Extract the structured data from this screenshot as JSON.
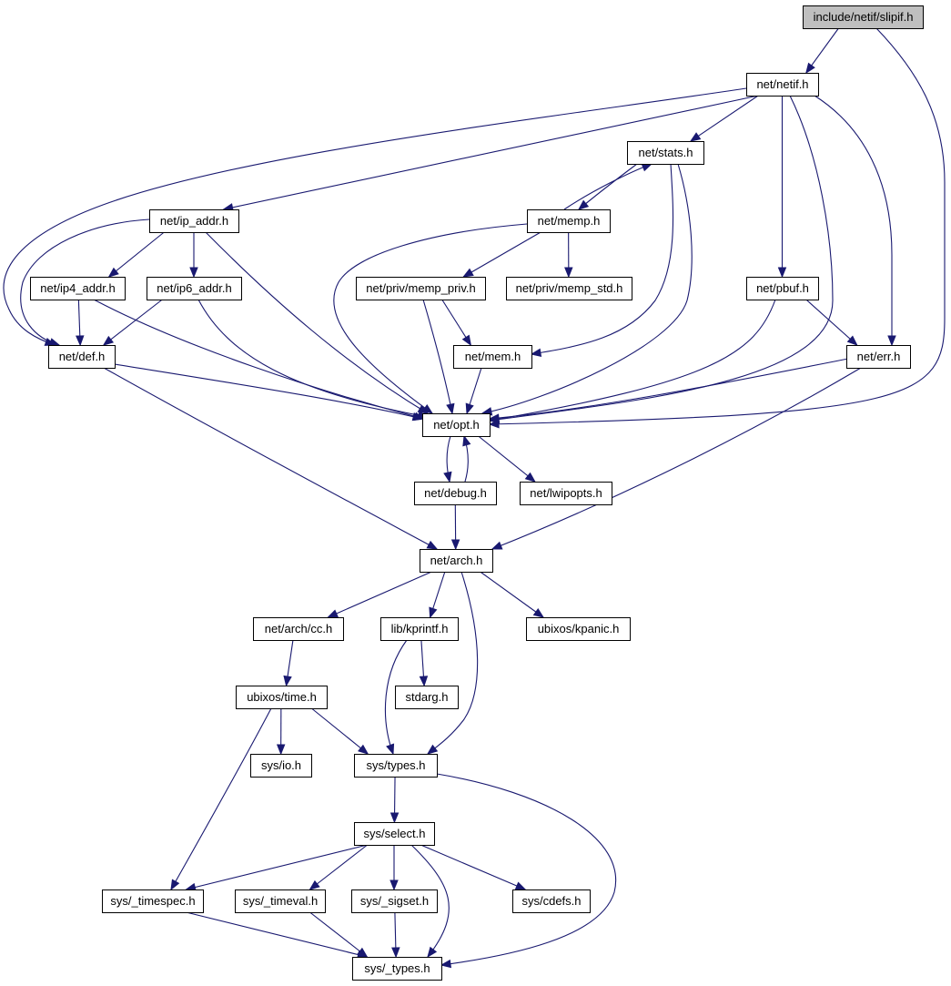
{
  "diagram": {
    "type": "include-dependency-graph",
    "colors": {
      "edge": "#191970",
      "root_fill": "#bfbfbf",
      "node_fill": "#ffffff",
      "border": "#000000"
    },
    "root": "include/netif/slipif.h",
    "nodes": [
      {
        "id": "slipif",
        "label": "include/netif/slipif.h",
        "root": true
      },
      {
        "id": "netif",
        "label": "net/netif.h"
      },
      {
        "id": "stats",
        "label": "net/stats.h"
      },
      {
        "id": "ip_addr",
        "label": "net/ip_addr.h"
      },
      {
        "id": "memp",
        "label": "net/memp.h"
      },
      {
        "id": "ip4_addr",
        "label": "net/ip4_addr.h"
      },
      {
        "id": "ip6_addr",
        "label": "net/ip6_addr.h"
      },
      {
        "id": "memp_priv",
        "label": "net/priv/memp_priv.h"
      },
      {
        "id": "memp_std",
        "label": "net/priv/memp_std.h"
      },
      {
        "id": "pbuf",
        "label": "net/pbuf.h"
      },
      {
        "id": "def",
        "label": "net/def.h"
      },
      {
        "id": "mem",
        "label": "net/mem.h"
      },
      {
        "id": "err",
        "label": "net/err.h"
      },
      {
        "id": "opt",
        "label": "net/opt.h"
      },
      {
        "id": "debug",
        "label": "net/debug.h"
      },
      {
        "id": "lwipopts",
        "label": "net/lwipopts.h"
      },
      {
        "id": "arch",
        "label": "net/arch.h"
      },
      {
        "id": "cc",
        "label": "net/arch/cc.h"
      },
      {
        "id": "kprintf",
        "label": "lib/kprintf.h"
      },
      {
        "id": "kpanic",
        "label": "ubixos/kpanic.h"
      },
      {
        "id": "time",
        "label": "ubixos/time.h"
      },
      {
        "id": "stdarg",
        "label": "stdarg.h"
      },
      {
        "id": "io",
        "label": "sys/io.h"
      },
      {
        "id": "types",
        "label": "sys/types.h"
      },
      {
        "id": "select",
        "label": "sys/select.h"
      },
      {
        "id": "timespec",
        "label": "sys/_timespec.h"
      },
      {
        "id": "timeval",
        "label": "sys/_timeval.h"
      },
      {
        "id": "sigset",
        "label": "sys/_sigset.h"
      },
      {
        "id": "cdefs",
        "label": "sys/cdefs.h"
      },
      {
        "id": "_types",
        "label": "sys/_types.h"
      }
    ],
    "edges": [
      [
        "slipif",
        "netif"
      ],
      [
        "slipif",
        "opt"
      ],
      [
        "netif",
        "stats"
      ],
      [
        "netif",
        "ip_addr"
      ],
      [
        "netif",
        "def"
      ],
      [
        "netif",
        "pbuf"
      ],
      [
        "netif",
        "err"
      ],
      [
        "netif",
        "opt"
      ],
      [
        "stats",
        "memp"
      ],
      [
        "stats",
        "mem"
      ],
      [
        "stats",
        "opt"
      ],
      [
        "memp",
        "stats"
      ],
      [
        "memp",
        "memp_priv"
      ],
      [
        "memp",
        "memp_std"
      ],
      [
        "memp",
        "opt"
      ],
      [
        "ip_addr",
        "ip4_addr"
      ],
      [
        "ip_addr",
        "ip6_addr"
      ],
      [
        "ip_addr",
        "def"
      ],
      [
        "ip_addr",
        "opt"
      ],
      [
        "ip4_addr",
        "def"
      ],
      [
        "ip4_addr",
        "opt"
      ],
      [
        "ip6_addr",
        "def"
      ],
      [
        "ip6_addr",
        "opt"
      ],
      [
        "memp_priv",
        "mem"
      ],
      [
        "memp_priv",
        "opt"
      ],
      [
        "pbuf",
        "err"
      ],
      [
        "pbuf",
        "opt"
      ],
      [
        "def",
        "opt"
      ],
      [
        "def",
        "arch"
      ],
      [
        "mem",
        "opt"
      ],
      [
        "err",
        "opt"
      ],
      [
        "err",
        "arch"
      ],
      [
        "opt",
        "debug"
      ],
      [
        "opt",
        "lwipopts"
      ],
      [
        "debug",
        "opt"
      ],
      [
        "debug",
        "arch"
      ],
      [
        "arch",
        "cc"
      ],
      [
        "arch",
        "kprintf"
      ],
      [
        "arch",
        "types"
      ],
      [
        "arch",
        "kpanic"
      ],
      [
        "cc",
        "time"
      ],
      [
        "kprintf",
        "stdarg"
      ],
      [
        "kprintf",
        "types"
      ],
      [
        "time",
        "io"
      ],
      [
        "time",
        "types"
      ],
      [
        "time",
        "timespec"
      ],
      [
        "types",
        "select"
      ],
      [
        "types",
        "_types"
      ],
      [
        "select",
        "timespec"
      ],
      [
        "select",
        "timeval"
      ],
      [
        "select",
        "sigset"
      ],
      [
        "select",
        "_types"
      ],
      [
        "select",
        "cdefs"
      ],
      [
        "timespec",
        "_types"
      ],
      [
        "timeval",
        "_types"
      ],
      [
        "sigset",
        "_types"
      ]
    ]
  }
}
